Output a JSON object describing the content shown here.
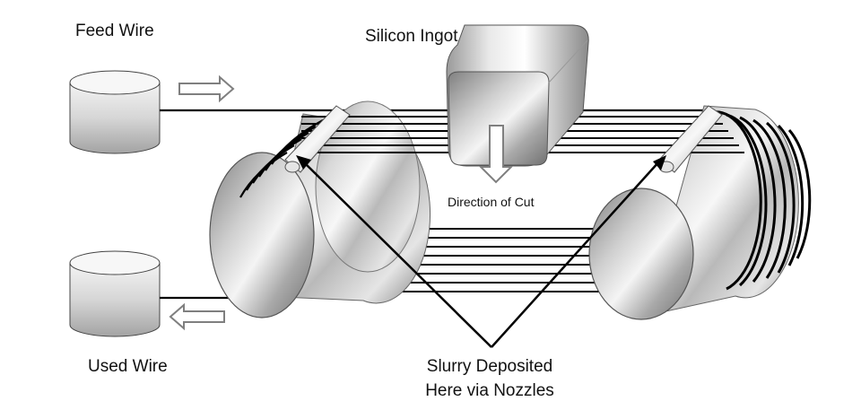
{
  "labels": {
    "feed_wire": "Feed Wire",
    "silicon_ingot": "Silicon Ingot",
    "direction_of_cut": "Direction of Cut",
    "used_wire": "Used Wire",
    "slurry_line1": "Slurry Deposited",
    "slurry_line2": "Here via Nozzles"
  },
  "colors": {
    "wire": "#000000",
    "steel_light": "#f2f2f2",
    "steel_dark": "#8c8c8c",
    "spool_light": "#f0f0f0",
    "spool_dark": "#a6a6a6",
    "arrow_outline": "#7f7f7f"
  }
}
